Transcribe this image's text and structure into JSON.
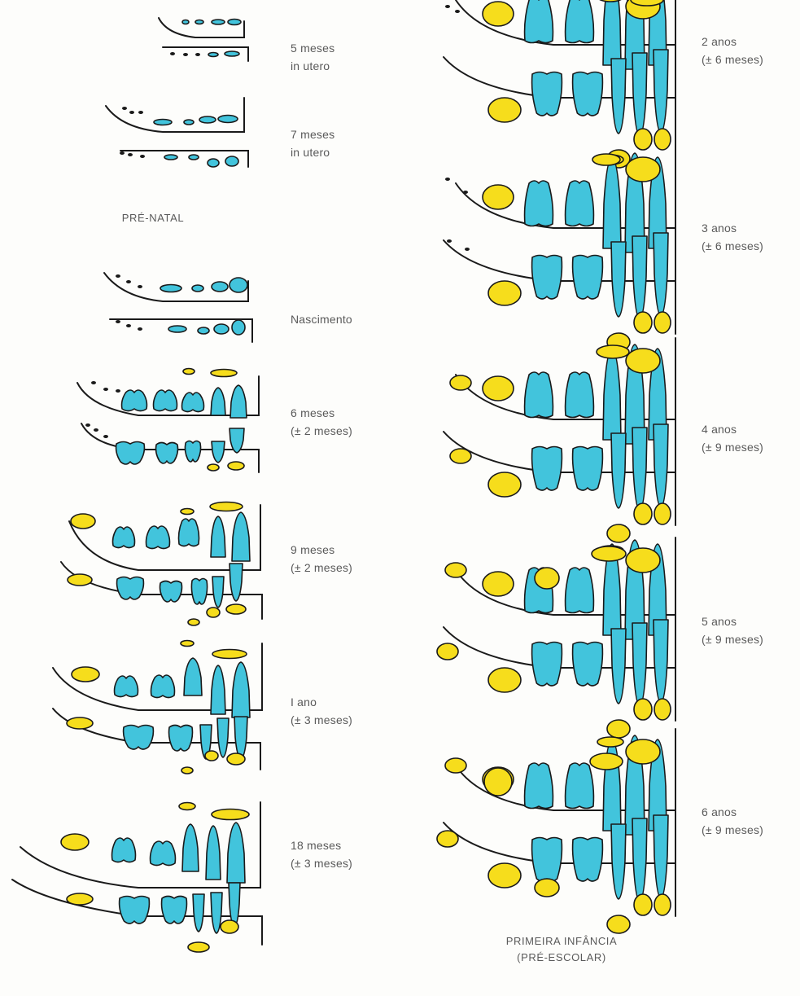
{
  "colors": {
    "primary_tooth": "#42c4dc",
    "permanent_tooth": "#f6dd1c",
    "outline": "#1a1a1a",
    "text": "#5a5a5a"
  },
  "sections": {
    "prenatal": "PRÉ-NATAL",
    "early_childhood_line1": "PRIMEIRA INFÂNCIA",
    "early_childhood_line2": "(PRÉ-ESCOLAR)"
  },
  "stages": [
    {
      "line1": "5 meses",
      "line2": "in utero"
    },
    {
      "line1": "7 meses",
      "line2": "in utero"
    },
    {
      "line1": "Nascimento",
      "line2": ""
    },
    {
      "line1": "6 meses",
      "line2": "(± 2 meses)"
    },
    {
      "line1": "9 meses",
      "line2": "(± 2 meses)"
    },
    {
      "line1": "I ano",
      "line2": "(± 3 meses)"
    },
    {
      "line1": "18 meses",
      "line2": "(± 3 meses)"
    },
    {
      "line1": "2 anos",
      "line2": "(± 6 meses)"
    },
    {
      "line1": "3 anos",
      "line2": "(± 6 meses)"
    },
    {
      "line1": "4 anos",
      "line2": "(± 9 meses)"
    },
    {
      "line1": "5 anos",
      "line2": "(± 9 meses)"
    },
    {
      "line1": "6 anos",
      "line2": "(± 9 meses)"
    }
  ]
}
